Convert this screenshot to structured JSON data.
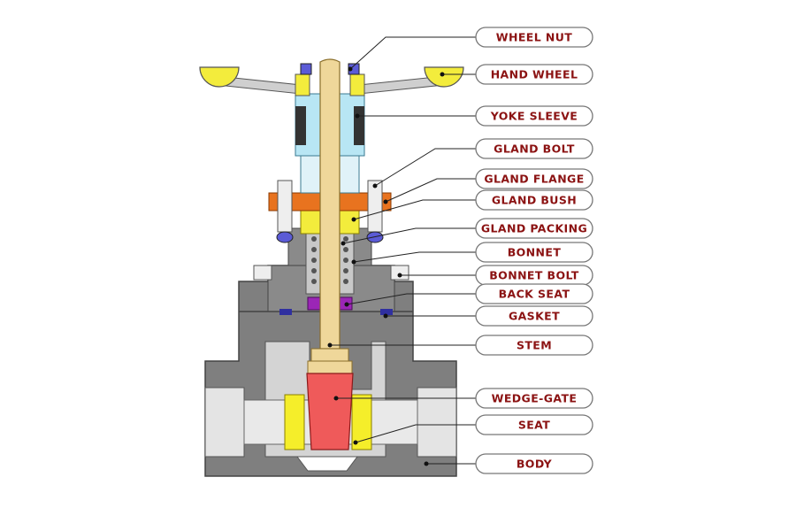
{
  "diagram": {
    "labels": {
      "wheel_nut": "WHEEL NUT",
      "hand_wheel": "HAND WHEEL",
      "yoke_sleeve": "YOKE SLEEVE",
      "gland_bolt": "GLAND BOLT",
      "gland_flange": "GLAND FLANGE",
      "gland_bush": "GLAND BUSH",
      "gland_packing": "GLAND PACKING",
      "bonnet": "BONNET",
      "bonnet_bolt": "BONNET BOLT",
      "back_seat": "BACK SEAT",
      "gasket": "GASKET",
      "stem": "STEM",
      "wedge_gate": "WEDGE-GATE",
      "seat": "SEAT",
      "body": "BODY"
    },
    "colors": {
      "body": "#7f7f7f",
      "body_cavity": "#d4d4d4",
      "stem": "#efd79a",
      "hand_wheel": "#f3ec3c",
      "yoke_sleeve": "#b8e6f4",
      "gland_flange": "#e8731f",
      "bonnet": "#8a8a8a",
      "packing": "#c8c8c8",
      "wedge_gate": "#ef5a5a",
      "seat": "#f5ee2a",
      "back_seat": "#9b26b6",
      "bolt": "#eeeeee",
      "nut": "#5b5bd6",
      "label_text": "#8b1212"
    }
  }
}
